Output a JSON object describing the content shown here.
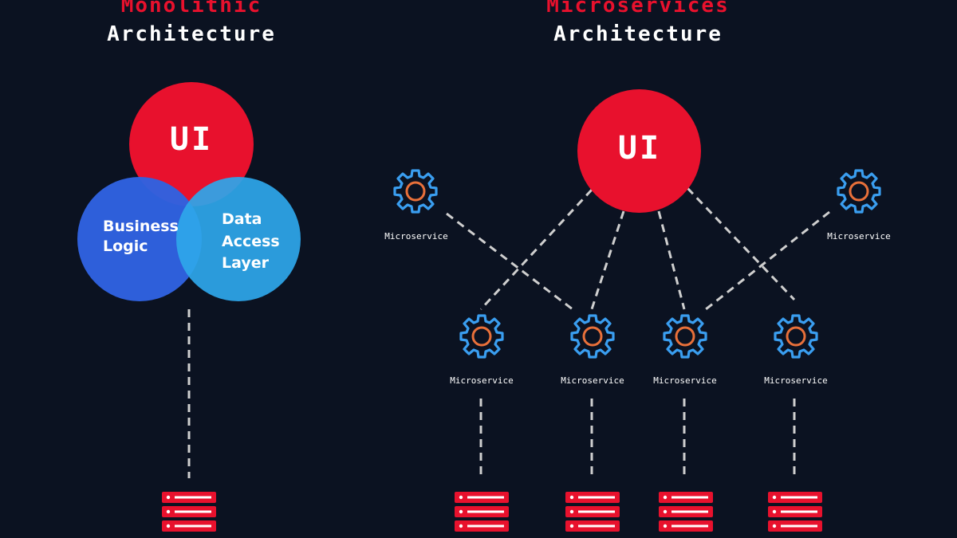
{
  "monolithic": {
    "title_line1": "Monolithic",
    "title_line2": "Architecture",
    "ui_label": "UI",
    "business_logic_line1": "Business",
    "business_logic_line2": "Logic",
    "data_access_line1": "Data",
    "data_access_line2": "Access",
    "data_access_line3": "Layer"
  },
  "microservices": {
    "title_line1": "Microservices",
    "title_line2": "Architecture",
    "ui_label": "UI",
    "services": [
      {
        "label": "Microservice"
      },
      {
        "label": "Microservice"
      },
      {
        "label": "Microservice"
      },
      {
        "label": "Microservice"
      },
      {
        "label": "Microservice"
      },
      {
        "label": "Microservice"
      }
    ]
  },
  "colors": {
    "background": "#0b1221",
    "accent_red": "#e8112d",
    "business_blue": "#2f6fe4",
    "data_access_blue": "#2ea6ea",
    "gear_blue": "#3a9ef0",
    "gear_core_orange": "#e8703a",
    "connector_gray": "#cfcfcf"
  },
  "icons": {
    "service_icon": "gear-icon",
    "database_icon": "database-server-icon"
  }
}
